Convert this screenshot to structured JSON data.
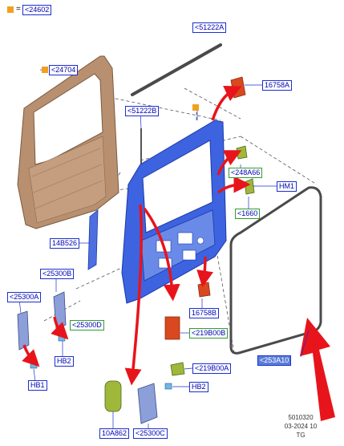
{
  "legend": {
    "code": "<24602",
    "equals": "=",
    "marker_color": "#f0a020"
  },
  "labels": {
    "l51222a": "<51222A",
    "l24704": "<24704",
    "l51222b": "<51222B",
    "l16758a": "16758A",
    "l248a66": "<248A66",
    "lhm1": "HM1",
    "l1660": "<1660",
    "l14b526": "14B526",
    "l25300b": "<25300B",
    "l25300a": "<25300A",
    "l25300d": "<25300D",
    "lhb2a": "HB2",
    "lhb1": "HB1",
    "l16758b": "16758B",
    "l219b00b": "<219B00B",
    "l219b00a": "<219B00A",
    "lhb2b": "HB2",
    "l253a10": "<253A10",
    "l10a862": "10A862",
    "l25300c": "<25300C"
  },
  "reference": {
    "number": "5010320",
    "date": "03-2024 10",
    "initials": "TG"
  },
  "colors": {
    "door_inner": "#3d63e0",
    "door_outer": "#b8906f",
    "seal": "#4a4a4a",
    "arrow": "#e8141b",
    "part_red": "#d9481f",
    "part_green": "#9fb83a",
    "part_lavender": "#8c9fd9",
    "label_blue": "#1a2fd0",
    "label_green": "#2f9d2f"
  }
}
